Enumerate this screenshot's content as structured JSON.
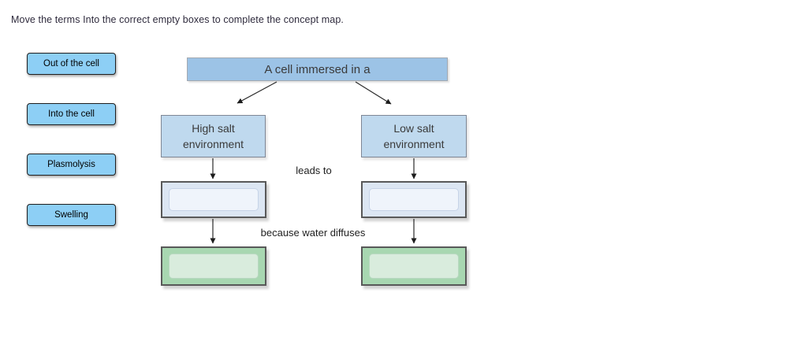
{
  "instruction": "Move the terms Into the correct empty boxes to complete the concept map.",
  "term_bank": {
    "items": [
      {
        "label": "Out of the cell"
      },
      {
        "label": "Into the cell"
      },
      {
        "label": "Plasmolysis"
      },
      {
        "label": "Swelling"
      }
    ]
  },
  "map": {
    "root_label": "A cell immersed in a",
    "leads_to_label": "leads to",
    "because_label": "because water diffuses",
    "columns": [
      {
        "condition_label": "High salt environment"
      },
      {
        "condition_label": "Low salt environment"
      }
    ]
  },
  "colors": {
    "term_fill": "#8DCFF5",
    "root_fill": "#9CC3E6",
    "condition_fill": "#BFD9EE",
    "empty_slot_fill": "#DCE6F3",
    "empty_slot_inner_fill": "#EFF4FB",
    "result_slot_fill": "#A8D7B1",
    "result_slot_inner_fill": "#D9ECDD",
    "arrow_stroke": "#2b2b2b"
  }
}
